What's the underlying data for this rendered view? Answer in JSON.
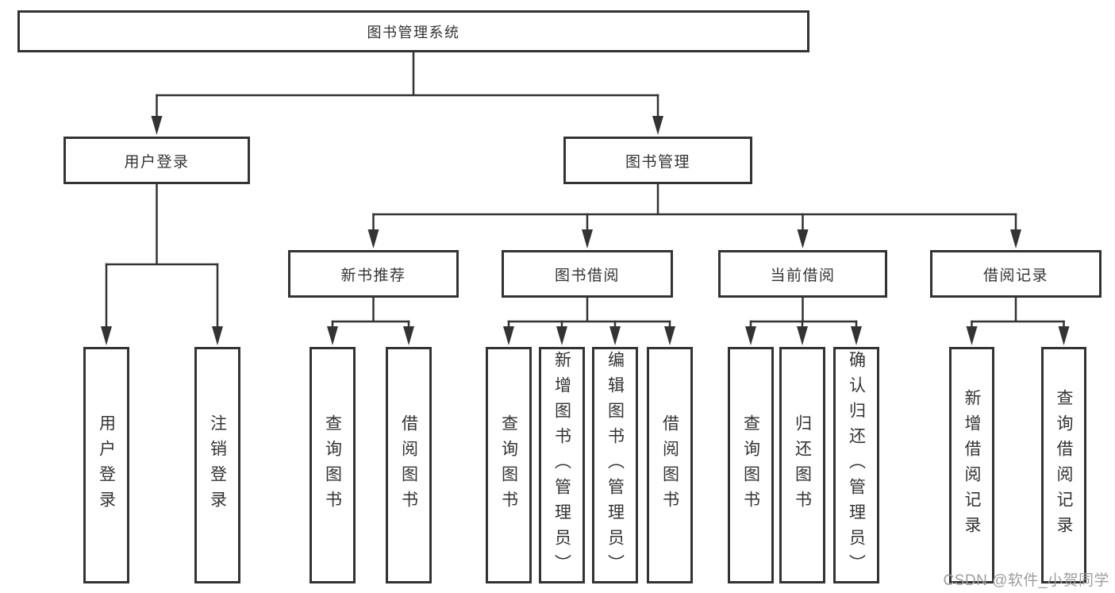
{
  "diagram": {
    "root": {
      "label": "图书管理系统",
      "children": [
        {
          "label": "用户登录",
          "children": [
            {
              "label": "用户登录"
            },
            {
              "label": "注销登录"
            }
          ]
        },
        {
          "label": "图书管理",
          "children": [
            {
              "label": "新书推荐",
              "children": [
                {
                  "label": "查询图书"
                },
                {
                  "label": "借阅图书"
                }
              ]
            },
            {
              "label": "图书借阅",
              "children": [
                {
                  "label": "查询图书"
                },
                {
                  "label": "新增图书（管理员）"
                },
                {
                  "label": "编辑图书（管理员）"
                },
                {
                  "label": "借阅图书"
                }
              ]
            },
            {
              "label": "当前借阅",
              "children": [
                {
                  "label": "查询图书"
                },
                {
                  "label": "归还图书"
                },
                {
                  "label": "确认归还（管理员）"
                }
              ]
            },
            {
              "label": "借阅记录",
              "children": [
                {
                  "label": "新增借阅记录"
                },
                {
                  "label": "查询借阅记录"
                }
              ]
            }
          ]
        }
      ]
    }
  },
  "watermark": {
    "text": "CSDN @软件_小贺同学"
  },
  "colors": {
    "line": "#333333",
    "box_border": "#333333",
    "text": "#333333",
    "watermark": "#9e9e9e",
    "background": "#ffffff"
  }
}
